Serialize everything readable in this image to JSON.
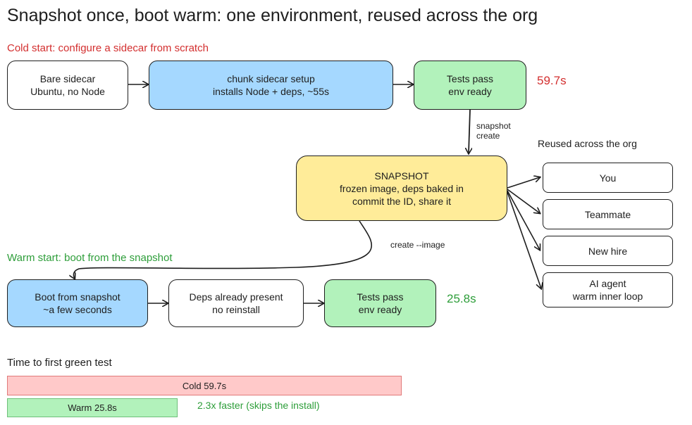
{
  "title": "Snapshot once, boot warm: one environment, reused across the org",
  "colors": {
    "cold": "#d32f2f",
    "warm": "#2e9e3a",
    "blue_fill": "#a5d8ff",
    "green_fill": "#b2f2bb",
    "yellow_fill": "#ffec99",
    "white_fill": "#ffffff",
    "cold_bar_fill": "#ffc9c9",
    "warm_bar_fill": "#b2f2bb"
  },
  "cold": {
    "label": "Cold start: configure a sidecar from scratch",
    "step1": {
      "line1": "Bare sidecar",
      "line2": "Ubuntu, no Node"
    },
    "step2": {
      "line1": "chunk sidecar setup",
      "line2": "installs Node + deps, ~55s"
    },
    "step3": {
      "line1": "Tests pass",
      "line2": "env ready"
    },
    "time": "59.7s"
  },
  "snapshot_edge": {
    "line1": "snapshot",
    "line2": "create"
  },
  "snapshot": {
    "line1": "SNAPSHOT",
    "line2": "frozen image, deps baked in",
    "line3": "commit the ID, share it"
  },
  "image_edge": "create --image",
  "reused": {
    "label": "Reused across the org",
    "items": [
      {
        "line1": "You",
        "line2": ""
      },
      {
        "line1": "Teammate",
        "line2": ""
      },
      {
        "line1": "New hire",
        "line2": ""
      },
      {
        "line1": "AI agent",
        "line2": "warm inner loop"
      }
    ]
  },
  "warm": {
    "label": "Warm start: boot from the snapshot",
    "step1": {
      "line1": "Boot from snapshot",
      "line2": "~a few seconds"
    },
    "step2": {
      "line1": "Deps already present",
      "line2": "no reinstall"
    },
    "step3": {
      "line1": "Tests pass",
      "line2": "env ready"
    },
    "time": "25.8s"
  },
  "chart_data": {
    "type": "bar",
    "title": "Time to first green test",
    "orientation": "horizontal",
    "categories": [
      "Cold",
      "Warm"
    ],
    "values": [
      59.7,
      25.8
    ],
    "labels": [
      "Cold  59.7s",
      "Warm  25.8s"
    ],
    "annotation": "2.3x faster (skips the install)"
  }
}
